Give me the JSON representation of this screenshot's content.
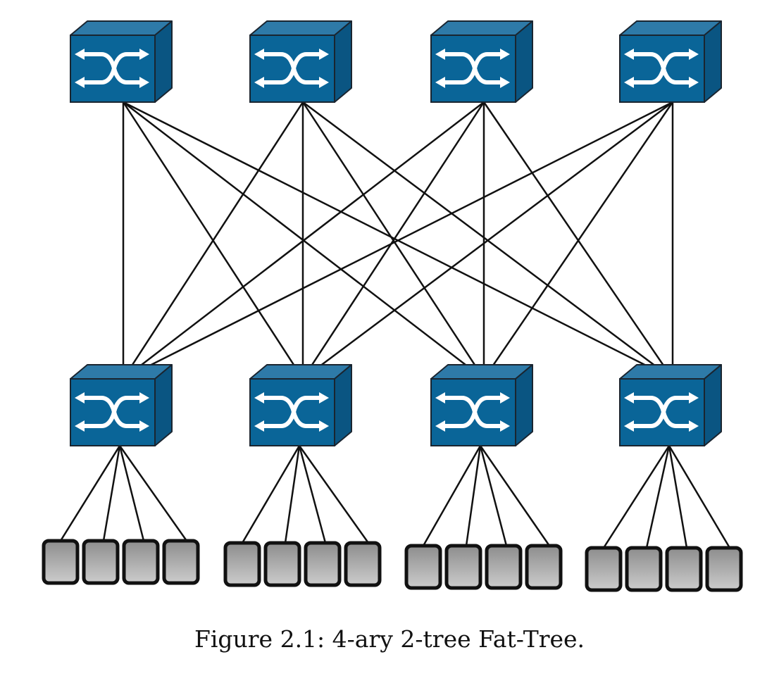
{
  "figure": {
    "caption": "Figure 2.1: 4-ary 2-tree Fat-Tree."
  },
  "topology": {
    "top_switch_count": 4,
    "bottom_switch_count": 4,
    "hosts_per_bottom_switch": 4,
    "links_between_levels": "full-mesh"
  },
  "icons": {
    "switch": "network-switch-icon",
    "host": "host-node-icon"
  },
  "colors": {
    "switch_front": "#0a6598",
    "switch_top": "#2e7aa8",
    "switch_side": "#0a5582",
    "switch_outline": "#1a2530",
    "switch_arrow": "#ffffff",
    "link": "#111111",
    "host_fill_top": "#8d8d8d",
    "host_fill_bottom": "#cccccc",
    "host_outline": "#111111"
  }
}
